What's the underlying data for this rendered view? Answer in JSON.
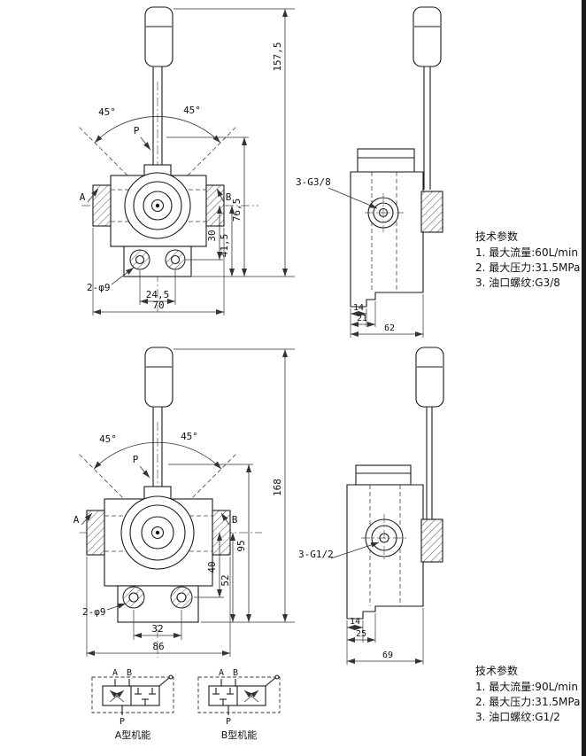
{
  "top": {
    "front": {
      "total_height": "157,5",
      "angle_left": "45°",
      "angle_right": "45°",
      "p": "P",
      "a": "A",
      "b": "B",
      "h1": "76,5",
      "h2": "41,5",
      "h3": "30",
      "bolt_pitch": "24,5",
      "width": "70",
      "holes": "2-φ9"
    },
    "side": {
      "thread": "3-G3/8",
      "d1": "14",
      "d2": "21",
      "width": "62"
    },
    "specs": {
      "title": "技术参数",
      "items": [
        "1. 最大流量:60L/min",
        "2. 最大压力:31.5MPa",
        "3. 油口螺纹:G3/8"
      ]
    }
  },
  "bottom": {
    "front": {
      "total_height": "168",
      "angle_left": "45°",
      "angle_right": "45°",
      "p": "P",
      "a": "A",
      "b": "B",
      "h1": "95",
      "h2": "52",
      "h3": "40",
      "bolt_pitch": "32",
      "width": "86",
      "holes": "2-φ9"
    },
    "side": {
      "thread": "3-G1/2",
      "d1": "14",
      "d2": "25",
      "width": "69"
    },
    "specs": {
      "title": "技术参数",
      "items": [
        "1. 最大流量:90L/min",
        "2. 最大压力:31.5MPa",
        "3. 油口螺纹:G1/2"
      ]
    },
    "symbols": {
      "a": {
        "caption": "A型机能",
        "pa": "A",
        "pb": "B",
        "pp": "P"
      },
      "b": {
        "caption": "B型机能",
        "pa": "A",
        "pb": "B",
        "pp": "P"
      }
    }
  }
}
